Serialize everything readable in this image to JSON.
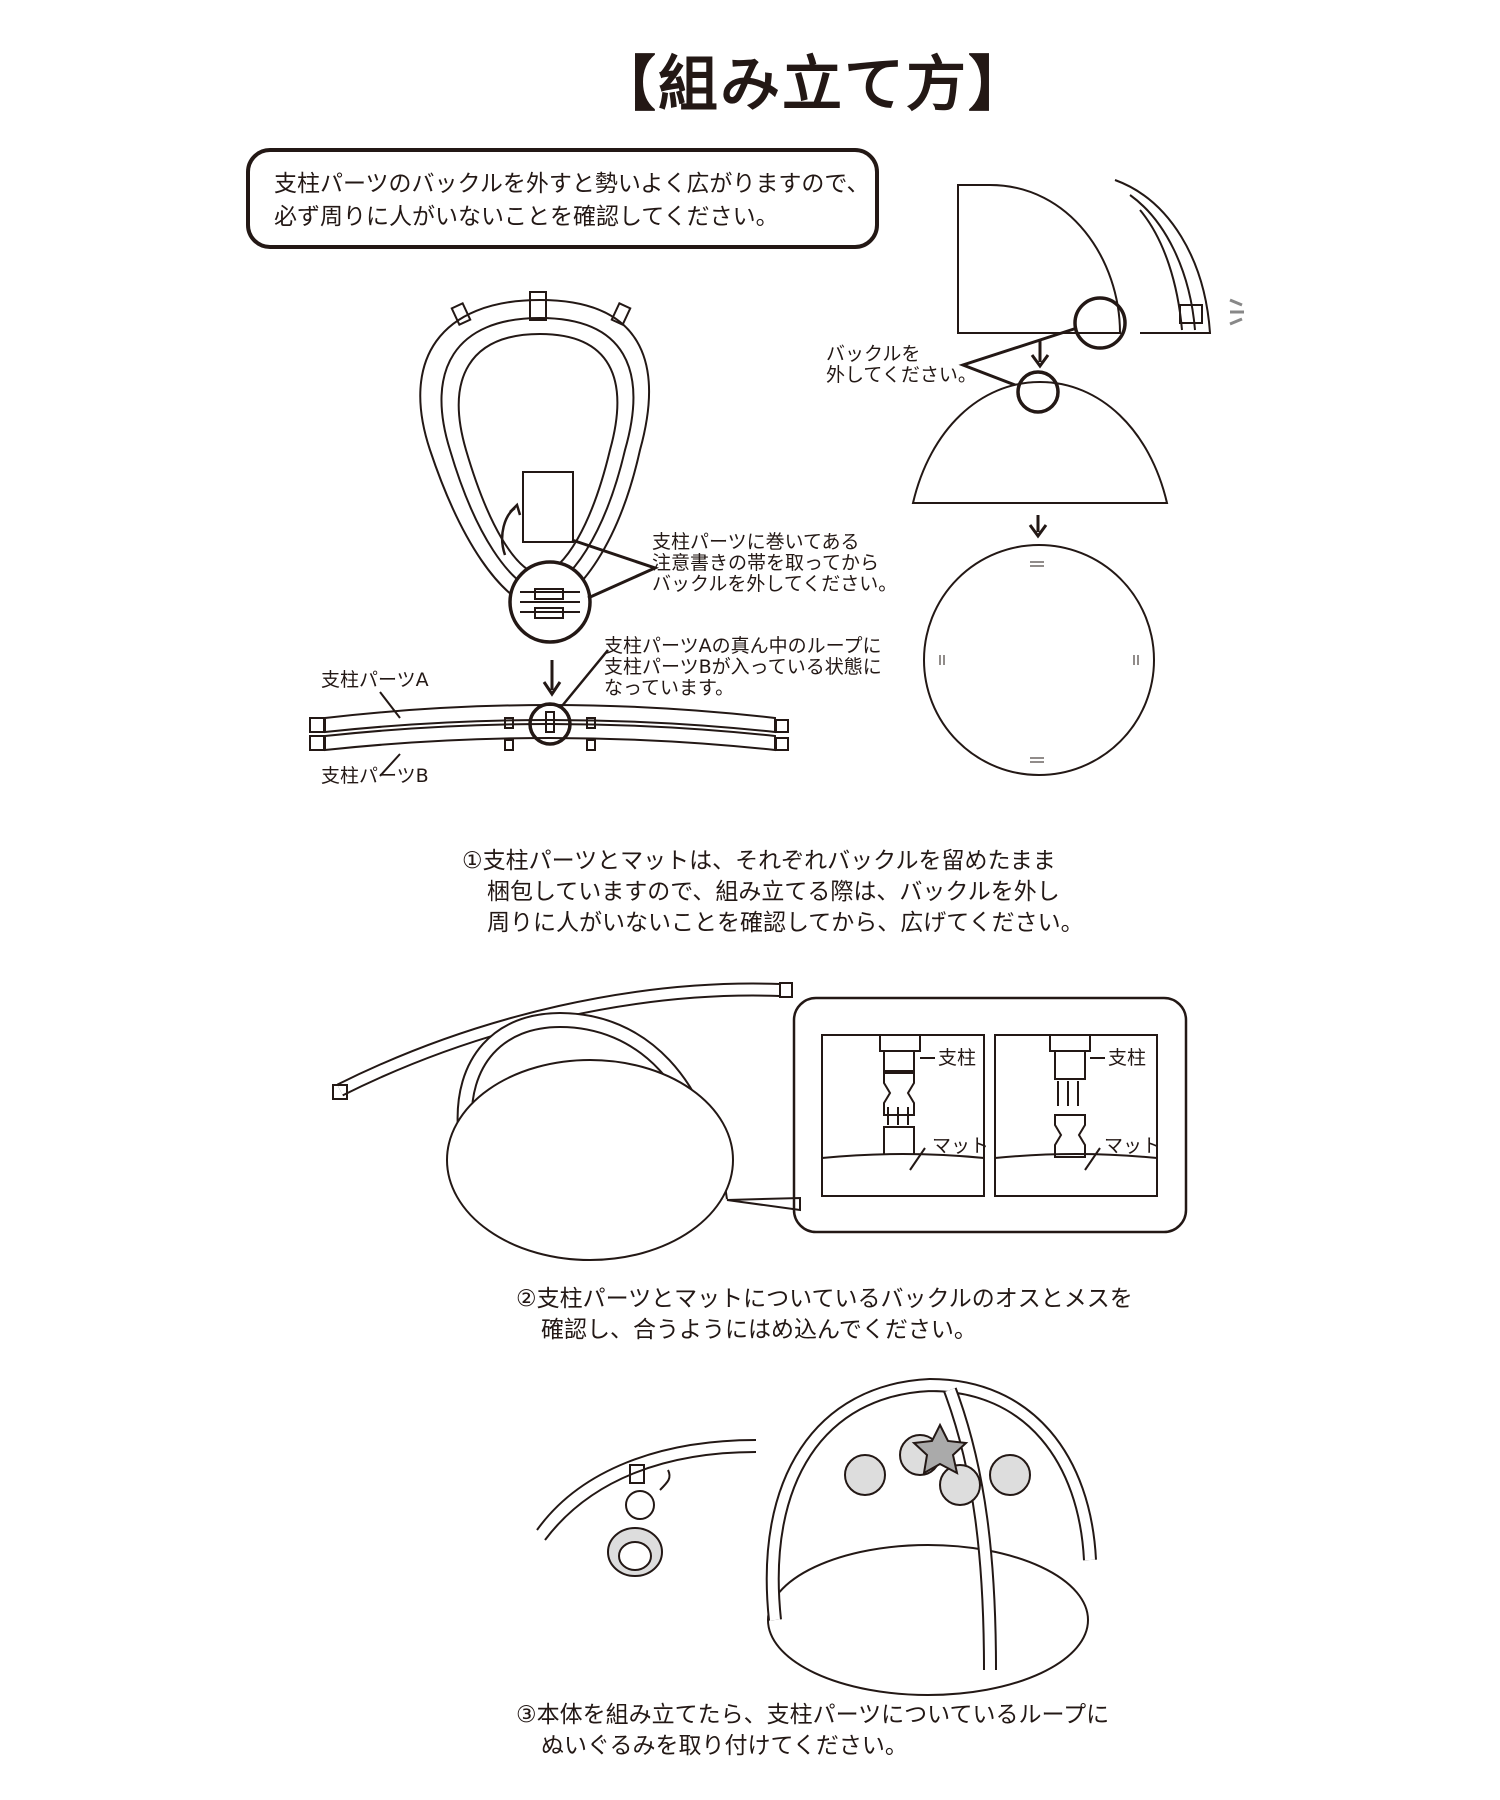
{
  "title": "【組み立て方】",
  "warning": {
    "line1": "支柱パーツのバックルを外すと勢いよく広がりますので、",
    "line2": "必ず周りに人がいないことを確認してください。"
  },
  "figure1": {
    "note_band": [
      "支柱パーツに巻いてある",
      "注意書きの帯を取ってから",
      "バックルを外してください。"
    ],
    "note_loop": [
      "支柱パーツAの真ん中のループに",
      "支柱パーツBが入っている状態に",
      "なっています。"
    ],
    "part_a": "支柱パーツA",
    "part_b": "支柱パーツB",
    "mat_note": [
      "バックルを",
      "外してください。"
    ]
  },
  "step1": {
    "lines": [
      "①支柱パーツとマットは、それぞれバックルを留めたまま",
      "梱包していますので、組み立てる際は、バックルを外し",
      "周りに人がいないことを確認してから、広げてください。"
    ]
  },
  "step2": {
    "detail_labels": {
      "pole": "支柱",
      "mat": "マット"
    },
    "lines": [
      "②支柱パーツとマットについているバックルのオスとメスを",
      "確認し、合うようにはめ込んでください。"
    ]
  },
  "step3": {
    "lines": [
      "③本体を組み立てたら、支柱パーツについているループに",
      "ぬいぐるみを取り付けてください。"
    ]
  },
  "colors": {
    "ink": "#231815",
    "paper": "#ffffff"
  }
}
